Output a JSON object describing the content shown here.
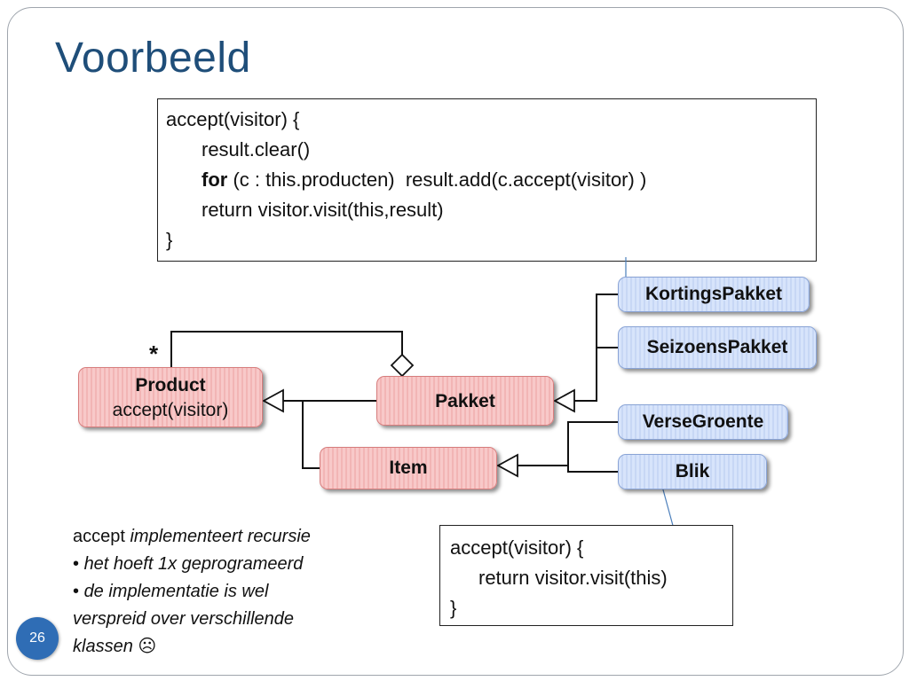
{
  "slide": {
    "title": "Voorbeeld",
    "page_number": "26"
  },
  "code_composite": {
    "line1": "accept(visitor) {",
    "line2": "result.clear()",
    "line3_keyword": "for",
    "line3_rest": " (c : this.producten)  result.add(c.accept(visitor) )",
    "line4": "return visitor.visit(this,result)",
    "line5": "}"
  },
  "code_leaf": {
    "line1": "accept(visitor) {",
    "line2": "return visitor.visit(this)",
    "line3": "}"
  },
  "classes": {
    "product_name": "Product",
    "product_method": "accept(visitor)",
    "pakket": "Pakket",
    "item": "Item",
    "kortingspakket": "KortingsPakket",
    "seizoenspakket": "SeizoensPakket",
    "versegroente": "VerseGroente",
    "blik": "Blik"
  },
  "multiplicity": "*",
  "notes": {
    "line1_plain": "accept ",
    "line1_italic": "implementeert recursie",
    "bullet1": "het hoeft 1x geprogrameerd",
    "bullet2": "de implementatie is wel",
    "line4": "verspreid over verschillende",
    "line5": "klassen",
    "emoji": "☹"
  },
  "colors": {
    "title": "#1f4e79",
    "composite_classes": "#f8c9c9",
    "leaf_classes": "#d7e4fb",
    "page_badge": "#2f6db5"
  }
}
